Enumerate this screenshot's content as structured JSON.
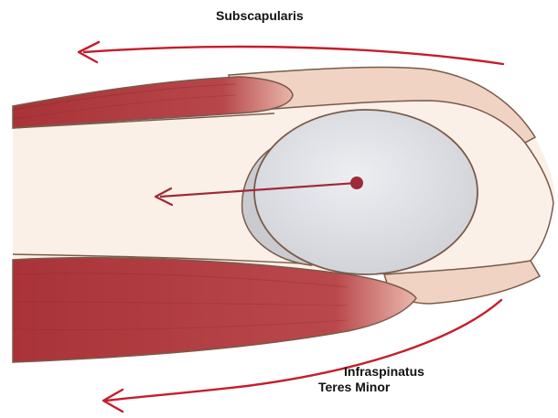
{
  "labels": {
    "top_muscle": "Subscapularis",
    "bottom_muscle_1": "Infraspinatus",
    "bottom_muscle_2": "Teres Minor"
  },
  "colors": {
    "muscle_red": "#b23b3e",
    "muscle_dark": "#8e2a2f",
    "tendon": "#f1d3c3",
    "skin": "#fbf0e8",
    "bone_gray": "#dcdde2",
    "bone_shadow": "#c9cbd1",
    "outline": "#7a5a4a",
    "arrow_red": "#c41e2c",
    "vector_red": "#9e2a35"
  }
}
